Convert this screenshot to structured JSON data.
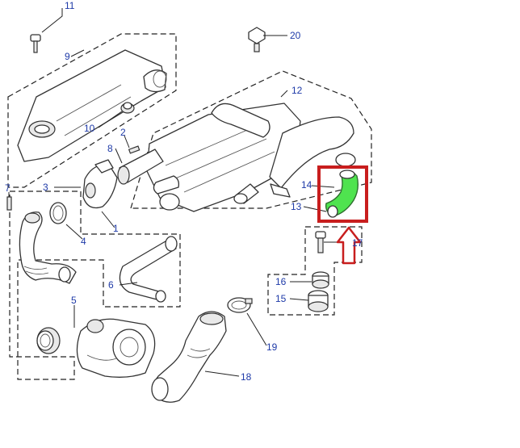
{
  "colors": {
    "callout_text": "#1e3aa8",
    "line": "#333333",
    "highlight_frame": "#c81e1e",
    "highlight_hose": "#4fe34f"
  },
  "icons": {
    "arrow": "arrow-up-outline-icon",
    "frame": "highlight-frame"
  },
  "callouts": [
    {
      "id": "c11",
      "text": "11"
    },
    {
      "id": "c20",
      "text": "20"
    },
    {
      "id": "c9",
      "text": "9"
    },
    {
      "id": "c12",
      "text": "12"
    },
    {
      "id": "c10",
      "text": "10"
    },
    {
      "id": "c2",
      "text": "2"
    },
    {
      "id": "c8",
      "text": "8"
    },
    {
      "id": "c7",
      "text": "7"
    },
    {
      "id": "c3",
      "text": "3"
    },
    {
      "id": "c14",
      "text": "14"
    },
    {
      "id": "c13",
      "text": "13"
    },
    {
      "id": "c4",
      "text": "4"
    },
    {
      "id": "c1",
      "text": "1"
    },
    {
      "id": "c17",
      "text": "17"
    },
    {
      "id": "c6",
      "text": "6"
    },
    {
      "id": "c16",
      "text": "16"
    },
    {
      "id": "c15",
      "text": "15"
    },
    {
      "id": "c5",
      "text": "5"
    },
    {
      "id": "c19",
      "text": "19"
    },
    {
      "id": "c18",
      "text": "18"
    }
  ]
}
